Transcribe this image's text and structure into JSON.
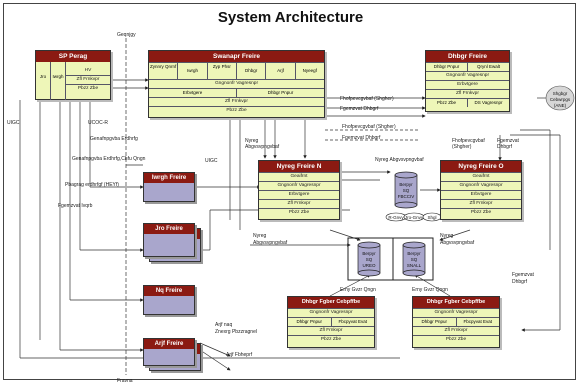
{
  "title": "System Architecture",
  "boxes": {
    "sp_perag": {
      "header": "SP Perag",
      "col1": "Jro",
      "col2": "Iwrgh",
      "rows": [
        "HV",
        "Zfl Frnkvpr",
        "Pbzz Zbe"
      ]
    },
    "main": {
      "header": "Swanapr Freire",
      "cells": [
        "Zynnry Qnrnf",
        "Iwrgh",
        "Zyp Phsr",
        "Dhbgr",
        "Arjf",
        "Nyeegf"
      ],
      "rows": [
        "Gngnonfr Vagresnpr",
        "Erbvtgere",
        "Dhbgr Pnpur",
        "Zfl Frnkvpr",
        "Pbzz Zbe"
      ]
    },
    "dhbgr": {
      "header": "Dhbgr Freire",
      "rows": [
        "Dhbgr Pnpur",
        "Qrynl Ewalt",
        "Gngnonfr Vagresnpr",
        "Erbvtgere",
        "Zfl Frnkvpr",
        "Pbzz Zbe",
        "DS Vagresnpr"
      ]
    },
    "nyreg_n": {
      "header": "Nyreg Freire N",
      "rows": [
        "Geaifrnt",
        "Gngnonfr Vagresnpr",
        "Erbvtgere",
        "Zfl Frnkvpr",
        "Pbzz Zbe"
      ]
    },
    "nyreg_o": {
      "header": "Nyreg Freire O",
      "rows": [
        "Geaifrnt",
        "Gngnonfr Vagresnpr",
        "Erbvtgere",
        "Zfl Frnkvpr",
        "Pbzz Zbe"
      ]
    },
    "bottom_left": {
      "header": "Dhbgr Fgber Cebpffbe",
      "rows": [
        "Gngnonfr Vagresnpr",
        "Dhbgr Pnpur",
        "Fbcpyvat Evat",
        "Zfl Frnkvpr",
        "Pbzz Zbe"
      ]
    },
    "bottom_right": {
      "header": "Dhbgr Fgber Cebpffbe",
      "rows": [
        "Gngnonfr Vagresnpr",
        "Dhbgr Pnpur",
        "Fbcpyvat Evat",
        "Zfl Frnkvpr",
        "Pbzz Zbe"
      ]
    }
  },
  "units": [
    "Iwrgh Freire",
    "Jro Freire",
    "Nq Freire",
    "Arjf Freire"
  ],
  "databases": {
    "frnk": [
      "Berpyr",
      "SQ",
      "FBCCIV"
    ],
    "ureo": [
      "Berpyr",
      "SQ",
      "UREO"
    ],
    "snall": [
      "Berpyr",
      "SQ",
      "SNALL"
    ],
    "small_ellipses": [
      "R-Gnvy",
      "Jro-Gnvy",
      "Shgl"
    ]
  },
  "bubble": [
    "Shgbgr",
    "Cebwrpgs",
    "(ANE)"
  ],
  "labels": {
    "top_axis": "Geqnjgy",
    "bottom_axis": "Fravna",
    "l1": "UIGC",
    "l2": "UCOC-R",
    "l3": "Genafnpgvba Erdhrfg",
    "l4": "Genafnpgvba Erdhrfg,Chfu Qngn",
    "l5": "UIGC",
    "l6": "Pbagrag erdhrfgf (HEYf)",
    "l7": "Fgemzvat Ivqrb",
    "l8": "Fhofpevcgvbaf (Shgher)",
    "l9": "Fgemzvat Dhbgrf",
    "l10": "",
    "l11": "Fhofpevcgvbaf (Shgher)",
    "l12": "Fgemzvat Dhbgrf",
    "l13": "Nyreg",
    "l14": "Abgvsvpngvbaf",
    "l15": "Nyreg Abgvsvpngvbaf",
    "l16": "Fhofpevcgvbaf",
    "l17": "(Shgher)",
    "l18": "Fgemzvat",
    "l19": "Dhbgrf",
    "l20": "Nyreg",
    "l21": "Abgvsvpngvbaf",
    "l22": "Nyreg",
    "l23": "Abgvsvpngvbaf",
    "l24": "Fgemzvat",
    "l25": "Dhbgrf",
    "l26": "Erny Gvzr Qngn",
    "l27": "Erny Gvzr Qngn",
    "l28": "Arjf naq",
    "l29": "Znexrg Pbzzragnel",
    "l30": "Arjf Fbheprf"
  }
}
